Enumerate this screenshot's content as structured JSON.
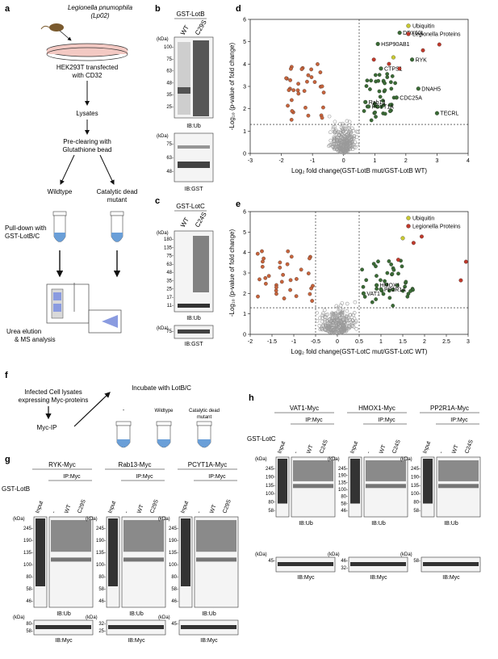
{
  "colors": {
    "ubiquitin": "#c8c832",
    "legionella": "#c0392b",
    "up": "#3a6b35",
    "down": "#c8643c",
    "ns": "#9a9a9a",
    "tube_liquid": "#6a9fd8",
    "petri": "#f3c9c3"
  },
  "panel_a": {
    "label": "a",
    "organism_line1": "Legionella pnumophila",
    "organism_line2": "(Lp02)",
    "host_line1": "HEK293T transfected",
    "host_line2": "with CD32",
    "lysates": "Lysates",
    "preclear_line1": "Pre-clearing with",
    "preclear_line2": "Glutathione bead",
    "wildtype": "Wildtype",
    "mutant_line1": "Catalytic dead",
    "mutant_line2": "mutant",
    "pulldown_line1": "Pull-down with",
    "pulldown_line2": "GST-LotB/C",
    "elution_line1": "Urea elution",
    "elution_line2": "& MS analysis"
  },
  "panel_b": {
    "label": "b",
    "title": "GST-LotB",
    "lanes": [
      "WT",
      "C29S"
    ],
    "kda": "(kDa)",
    "markers_top": [
      "100-",
      "75-",
      "63-",
      "48-",
      "35-",
      "25-"
    ],
    "ib_top": "IB:Ub",
    "markers_bottom": [
      "75-",
      "63-",
      "48-"
    ],
    "ib_bottom": "IB:GST"
  },
  "panel_c": {
    "label": "c",
    "title": "GST-LotC",
    "lanes": [
      "WT",
      "C24S"
    ],
    "kda": "(kDa)",
    "markers_top": [
      "180-",
      "135-",
      "75-",
      "63-",
      "48-",
      "35-",
      "25-",
      "17-",
      "11-"
    ],
    "ib_top": "IB:Ub",
    "markers_bottom": [
      "75-"
    ],
    "ib_bottom": "IB:GST"
  },
  "panel_d": {
    "label": "d",
    "legend": [
      "Ubiquitin",
      "Legionella Proteins"
    ],
    "annotations": [
      "DDX60L",
      "HSP90AB1",
      "RYK",
      "CTPS1",
      "DNAH5",
      "CDC25A",
      "Rab13",
      "PCYT1A",
      "TECRL"
    ]
  },
  "panel_e": {
    "label": "e",
    "legend": [
      "Ubiquitin",
      "Legionella Proteins"
    ],
    "annotations": [
      "HMOX1",
      "PP2R1A",
      "VAT1"
    ]
  },
  "chart_data": [
    {
      "type": "scatter",
      "xlabel": "Log₂ fold change(GST-LotB mut/GST-LotB WT)",
      "ylabel": "-Log₁₀ (p-value of fold change)",
      "xlim": [
        -3,
        4
      ],
      "ylim": [
        0,
        6
      ],
      "x_ticks": [
        -3,
        -2,
        -1,
        0,
        1,
        2,
        3,
        4
      ],
      "y_ticks": [
        0,
        1,
        2,
        3,
        4,
        5,
        6
      ],
      "thresholds": {
        "x": [
          0.5
        ],
        "y": [
          1.3
        ]
      },
      "legend": [
        "Ubiquitin",
        "Legionella Proteins"
      ],
      "legend_position": "top-right",
      "labeled_points": [
        {
          "label": "DDX60L",
          "x": 1.8,
          "y": 5.4
        },
        {
          "label": "HSP90AB1",
          "x": 1.1,
          "y": 4.9
        },
        {
          "label": "RYK",
          "x": 2.2,
          "y": 4.2
        },
        {
          "label": "CTPS1",
          "x": 1.2,
          "y": 3.8
        },
        {
          "label": "DNAH5",
          "x": 2.4,
          "y": 2.9
        },
        {
          "label": "CDC25A",
          "x": 1.7,
          "y": 2.5
        },
        {
          "label": "Rab13",
          "x": 0.7,
          "y": 2.3
        },
        {
          "label": "PCYT1A",
          "x": 0.8,
          "y": 2.1
        },
        {
          "label": "TECRL",
          "x": 3.0,
          "y": 1.8
        }
      ],
      "ubiquitin_point": {
        "x": 1.6,
        "y": 4.3
      }
    },
    {
      "type": "scatter",
      "xlabel": "Log₂ fold change(GST-LotC mut/GST-LotC WT)",
      "ylabel": "-Log₁₀ (p-value of fold change)",
      "xlim": [
        -2,
        3
      ],
      "ylim": [
        0,
        6
      ],
      "x_ticks": [
        -2,
        -1.5,
        -1,
        -0.5,
        0,
        0.5,
        1,
        1.5,
        2,
        2.5,
        3
      ],
      "y_ticks": [
        0,
        1,
        2,
        3,
        4,
        5,
        6
      ],
      "thresholds": {
        "x": [
          -0.5,
          0.5
        ],
        "y": [
          1.3
        ]
      },
      "legend": [
        "Ubiquitin",
        "Legionella Proteins"
      ],
      "legend_position": "top-right",
      "labeled_points": [
        {
          "label": "HMOX1",
          "x": 0.9,
          "y": 2.4
        },
        {
          "label": "PP2R1A",
          "x": 1.0,
          "y": 2.2
        },
        {
          "label": "VAT1",
          "x": 0.6,
          "y": 2.0
        }
      ],
      "ubiquitin_point": {
        "x": 1.5,
        "y": 4.7
      }
    }
  ],
  "panel_f": {
    "label": "f",
    "text_line1": "Infected Cell lysates",
    "text_line2": "expressing Myc-proteins",
    "myc_ip": "Myc-IP",
    "incubate": "Incubate with LotB/C",
    "tube_minus": "-",
    "tube_wt": "Wildtype",
    "tube_mut_line1": "Catalytic dead",
    "tube_mut_line2": "mutant"
  },
  "panel_g": {
    "label": "g",
    "row_label": "GST-LotB",
    "input": "Input",
    "ip": "IP:Myc",
    "lanes": [
      "-",
      "WT",
      "C29S"
    ],
    "blots": [
      {
        "title": "RYK-Myc",
        "kda": "(kDa)",
        "markers": [
          "245-",
          "190-",
          "135-",
          "100-",
          "80-",
          "58-",
          "46-"
        ],
        "ib": "IB:Ub",
        "kda_bottom": "(kDa)",
        "markers_bottom": [
          "80-",
          "58-"
        ],
        "ib_bottom": "IB:Myc"
      },
      {
        "title": "Rab13-Myc",
        "kda": "(kDa)",
        "markers": [
          "245-",
          "190-",
          "135-",
          "100-",
          "80-",
          "58-",
          "46-"
        ],
        "ib": "IB:Ub",
        "kda_bottom": "(kDa)",
        "markers_bottom": [
          "32-",
          "25-"
        ],
        "ib_bottom": "IB:Myc"
      },
      {
        "title": "PCYT1A-Myc",
        "kda": "(kDa)",
        "markers": [
          "245-",
          "190-",
          "135-",
          "100-",
          "80-",
          "58-",
          "46-"
        ],
        "ib": "IB:Ub",
        "kda_bottom": "(kDa)",
        "markers_bottom": [
          "45-"
        ],
        "ib_bottom": "IB:Myc"
      }
    ]
  },
  "panel_h": {
    "label": "h",
    "row_label": "GST-LotC",
    "input": "Input",
    "ip": "IP:Myc",
    "lanes": [
      "-",
      "WT",
      "C24S"
    ],
    "blots": [
      {
        "title": "VAT1-Myc",
        "kda": "(kDa)",
        "markers": [
          "245-",
          "190-",
          "135-",
          "100-",
          "80-",
          "58-"
        ],
        "ib": "IB:Ub",
        "kda_bottom": "(kDa)",
        "markers_bottom": [
          "45-"
        ],
        "ib_bottom": "IB:Myc"
      },
      {
        "title": "HMOX1-Myc",
        "kda": "(kDa)",
        "markers": [
          "245-",
          "190-",
          "135-",
          "100-",
          "80-",
          "58-",
          "46-"
        ],
        "ib": "IB:Ub",
        "kda_bottom": "(kDa)",
        "markers_bottom": [
          "46-",
          "32-"
        ],
        "ib_bottom": "IB:Myc"
      },
      {
        "title": "PP2R1A-Myc",
        "kda": "(kDa)",
        "markers": [
          "245-",
          "190-",
          "135-",
          "100-",
          "80-",
          "58-"
        ],
        "ib": "IB:Ub",
        "kda_bottom": "(kDa)",
        "markers_bottom": [
          "58-"
        ],
        "ib_bottom": "IB:Myc"
      }
    ]
  }
}
